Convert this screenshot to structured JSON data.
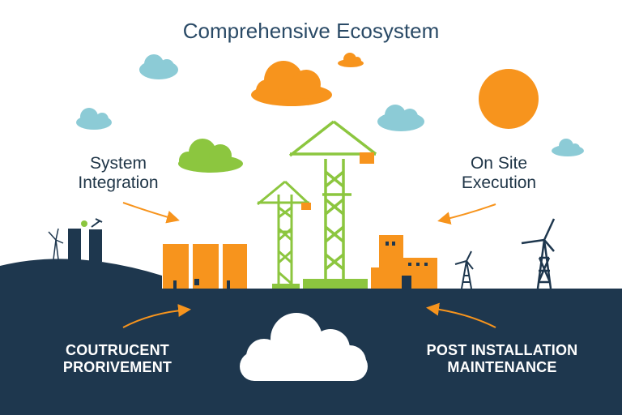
{
  "diagram": {
    "title": "Comprehensive Ecosystem",
    "labels": {
      "system_integration": [
        "System",
        "Integration"
      ],
      "onsite_execution": [
        "On Site",
        "Execution"
      ],
      "procurement": [
        "COUTRUCENT",
        "PRORIVEMENT"
      ],
      "maintenance": [
        "POST INSTALLATION",
        "MAINTENANCE"
      ]
    },
    "colors": {
      "ground": "#1e374e",
      "orange": "#f7941d",
      "green": "#8cc63f",
      "cloud_blue": "#8ccbd6",
      "title": "#2a4a66"
    },
    "icons": [
      "cloud-icon",
      "sun-icon",
      "crane-icon",
      "wind-turbine-icon",
      "factory-icon",
      "arrow-icon"
    ]
  }
}
